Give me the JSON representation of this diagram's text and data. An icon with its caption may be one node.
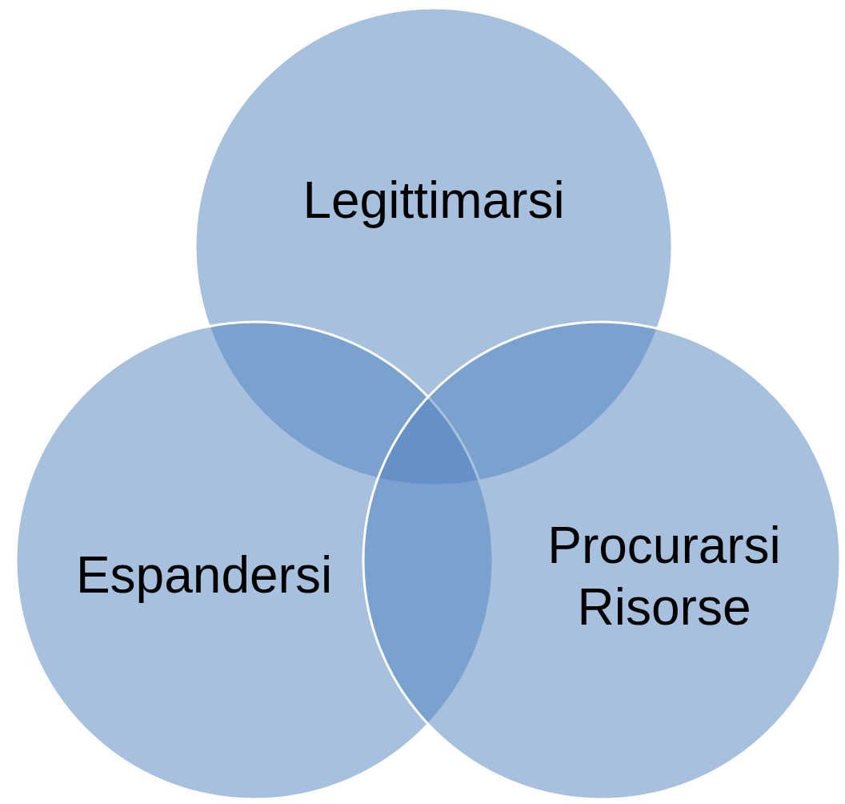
{
  "diagram": {
    "nodes": [
      {
        "text": [
          "Legittimarsi"
        ]
      },
      {
        "text": [
          "Espandersi"
        ]
      },
      {
        "text": [
          "Procurarsi Risorse"
        ]
      }
    ],
    "edges": []
  }
}
